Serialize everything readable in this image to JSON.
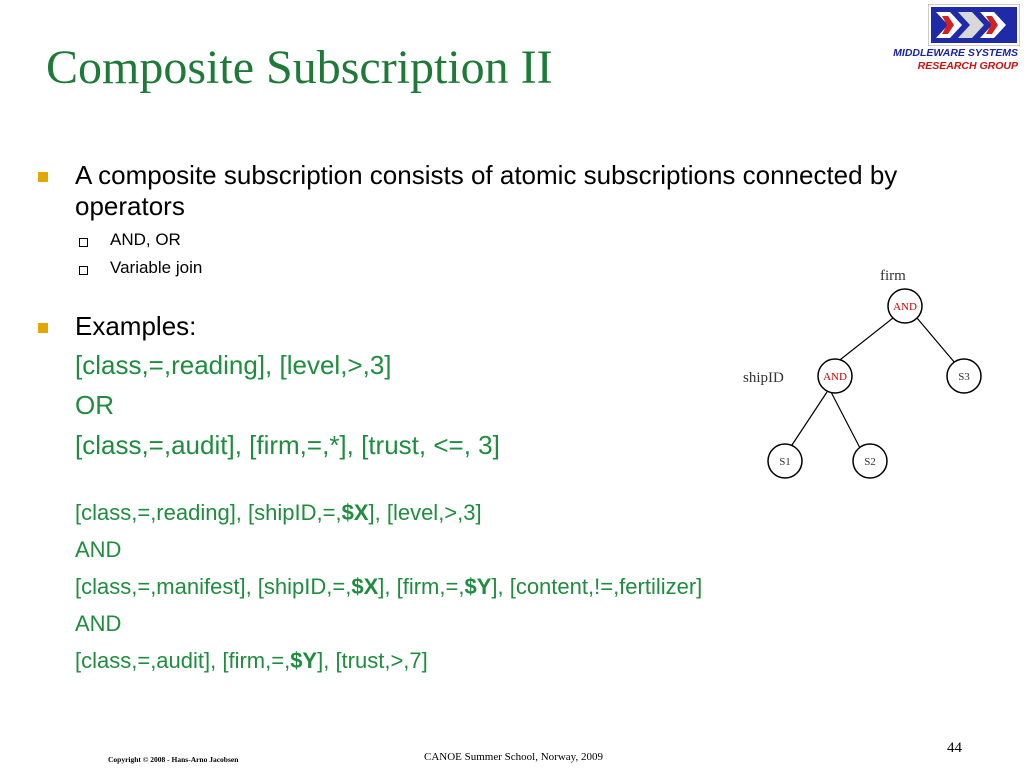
{
  "slide": {
    "title": "Composite Subscription II",
    "logo": {
      "line1": "MIDDLEWARE SYSTEMS",
      "line2": "RESEARCH GROUP"
    },
    "bullet1": {
      "text": "A composite subscription consists of atomic subscriptions connected by operators",
      "subitems": [
        "AND, OR",
        "Variable join"
      ]
    },
    "bullet2": {
      "text": "Examples:",
      "example1": [
        "[class,=,reading], [level,>,3]",
        "OR",
        "[class,=,audit], [firm,=,*], [trust, <=, 3]"
      ],
      "example2": {
        "line1": {
          "a": "[class,=,reading], [shipID,=,",
          "var": "$X",
          "b": "], [level,>,3]"
        },
        "line2": "AND",
        "line3": {
          "a": "[class,=,manifest], [shipID,=,",
          "var1": "$X",
          "b": "], [firm,=,",
          "var2": "$Y",
          "c": "], [content,!=,fertilizer]"
        },
        "line4": "AND",
        "line5": {
          "a": "[class,=,audit], [firm,=,",
          "var": "$Y",
          "b": "], [trust,>,7]"
        }
      }
    },
    "tree": {
      "label_top": "firm",
      "label_left": "shipID",
      "root": "AND",
      "mid": "AND",
      "s1": "S1",
      "s2": "S2",
      "s3": "S3",
      "op_color": "#cc0000"
    },
    "footer": {
      "copyright": "Copyright © 2008 - Hans-Arno Jacobsen",
      "event": "CANOE Summer School, Norway, 2009",
      "page": "44"
    }
  }
}
